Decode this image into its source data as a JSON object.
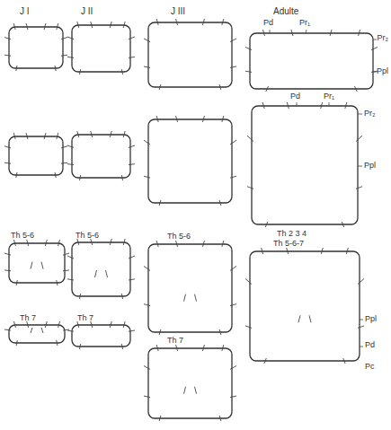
{
  "diagram": {
    "labels": [
      "J I",
      "J II",
      "J III",
      "Adulte",
      "Pd",
      "Pr₁",
      "Pr₂",
      "Ppl",
      "Pd",
      "Pr₁",
      "Pr₂",
      "Ppl",
      "Th 2 3 4",
      "Th 5-6",
      "Th 5-6",
      "Th 5-6",
      "Th 5-6-7",
      "Ppl",
      "Pd",
      "Pc",
      "Th 7",
      "Th 7",
      "Th 7"
    ]
  }
}
